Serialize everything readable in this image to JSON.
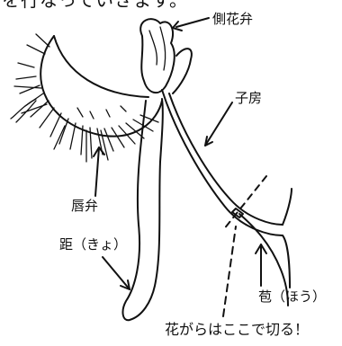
{
  "top_fragment": "を行なっていきます。",
  "labels": {
    "lateral_petal": "側花弁",
    "ovary": "子房",
    "lip": "唇弁",
    "spur": "距（きょ）",
    "bract": "苞（ほう）",
    "cut_here": "花がらはここで切る！"
  }
}
